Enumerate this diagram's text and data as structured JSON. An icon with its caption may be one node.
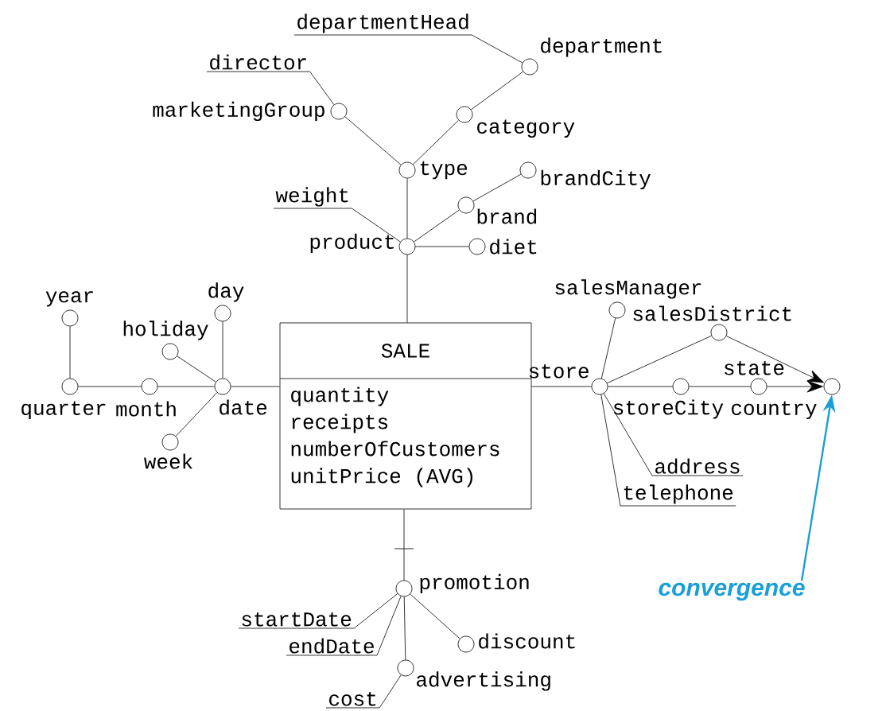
{
  "diagram": {
    "nodes": [
      {
        "text": [
          "departmentHead"
        ]
      },
      {
        "text": [
          "department"
        ]
      },
      {
        "text": [
          "director"
        ]
      },
      {
        "text": [
          "marketingGroup"
        ]
      },
      {
        "text": [
          "category"
        ]
      },
      {
        "text": [
          "type"
        ]
      },
      {
        "text": [
          "weight"
        ]
      },
      {
        "text": [
          "brandCity"
        ]
      },
      {
        "text": [
          "brand"
        ]
      },
      {
        "text": [
          "product"
        ]
      },
      {
        "text": [
          "diet"
        ]
      },
      {
        "text": [
          "SALE",
          "quantity",
          "receipts",
          "numberOfCustomers",
          "unitPrice (AVG)"
        ]
      },
      {
        "text": [
          "year"
        ]
      },
      {
        "text": [
          "day"
        ]
      },
      {
        "text": [
          "holiday"
        ]
      },
      {
        "text": [
          "quarter"
        ]
      },
      {
        "text": [
          "month"
        ]
      },
      {
        "text": [
          "date"
        ]
      },
      {
        "text": [
          "week"
        ]
      },
      {
        "text": [
          "salesManager"
        ]
      },
      {
        "text": [
          "salesDistrict"
        ]
      },
      {
        "text": [
          "store"
        ]
      },
      {
        "text": [
          "storeCity"
        ]
      },
      {
        "text": [
          "state"
        ]
      },
      {
        "text": [
          "country"
        ]
      },
      {
        "text": [
          "address"
        ]
      },
      {
        "text": [
          "telephone"
        ]
      },
      {
        "text": [
          "promotion"
        ]
      },
      {
        "text": [
          "startDate"
        ]
      },
      {
        "text": [
          "endDate"
        ]
      },
      {
        "text": [
          "discount"
        ]
      },
      {
        "text": [
          "advertising"
        ]
      },
      {
        "text": [
          "cost"
        ]
      },
      {
        "text": [
          "convergence"
        ]
      }
    ],
    "edges": [
      {
        "from": 11,
        "to": 9,
        "arrow": "none"
      },
      {
        "from": 9,
        "to": 5,
        "arrow": "none"
      },
      {
        "from": 5,
        "to": 3,
        "arrow": "none"
      },
      {
        "from": 3,
        "to": 2,
        "arrow": "none"
      },
      {
        "from": 5,
        "to": 4,
        "arrow": "none"
      },
      {
        "from": 4,
        "to": 1,
        "arrow": "none"
      },
      {
        "from": 1,
        "to": 0,
        "arrow": "none"
      },
      {
        "from": 9,
        "to": 6,
        "arrow": "none"
      },
      {
        "from": 9,
        "to": 8,
        "arrow": "none"
      },
      {
        "from": 8,
        "to": 7,
        "arrow": "none"
      },
      {
        "from": 9,
        "to": 10,
        "arrow": "none"
      },
      {
        "from": 11,
        "to": 17,
        "arrow": "none"
      },
      {
        "from": 17,
        "to": 16,
        "arrow": "none"
      },
      {
        "from": 16,
        "to": 15,
        "arrow": "none"
      },
      {
        "from": 15,
        "to": 12,
        "arrow": "none"
      },
      {
        "from": 17,
        "to": 14,
        "arrow": "none"
      },
      {
        "from": 17,
        "to": 13,
        "arrow": "none"
      },
      {
        "from": 17,
        "to": 18,
        "arrow": "none"
      },
      {
        "from": 11,
        "to": 21,
        "arrow": "none"
      },
      {
        "from": 21,
        "to": 19,
        "arrow": "none"
      },
      {
        "from": 21,
        "to": 20,
        "arrow": "none"
      },
      {
        "from": 20,
        "to": 24,
        "arrow": "to"
      },
      {
        "from": 21,
        "to": 22,
        "arrow": "none"
      },
      {
        "from": 22,
        "to": 23,
        "arrow": "none"
      },
      {
        "from": 23,
        "to": 24,
        "arrow": "to"
      },
      {
        "from": 21,
        "to": 25,
        "arrow": "none"
      },
      {
        "from": 21,
        "to": 26,
        "arrow": "none"
      },
      {
        "from": 11,
        "to": 27,
        "arrow": "none"
      },
      {
        "from": 27,
        "to": 28,
        "arrow": "none"
      },
      {
        "from": 27,
        "to": 29,
        "arrow": "none"
      },
      {
        "from": 27,
        "to": 30,
        "arrow": "none"
      },
      {
        "from": 27,
        "to": 31,
        "arrow": "none"
      },
      {
        "from": 31,
        "to": 32,
        "arrow": "none"
      },
      {
        "from": 33,
        "to": 24,
        "arrow": "to",
        "color": "#1a9fd6"
      }
    ]
  }
}
